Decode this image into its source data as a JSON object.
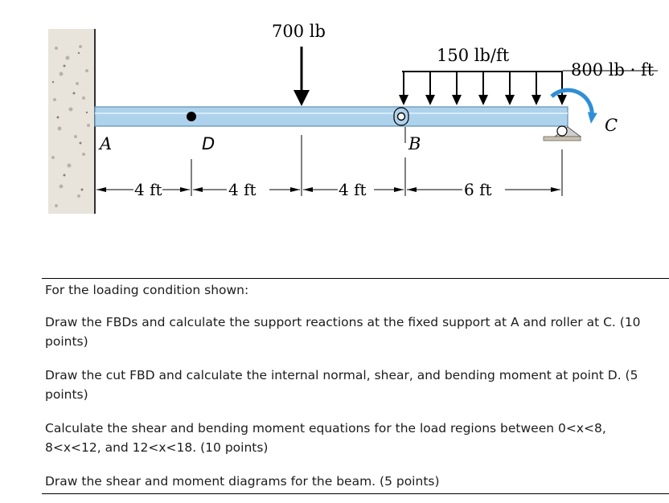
{
  "figure": {
    "loads": {
      "point": "700 lb",
      "distributed": "150 lb/ft",
      "moment": "800 lb · ft"
    },
    "points": {
      "a": "A",
      "b": "B",
      "c": "C",
      "d": "D"
    },
    "dimensions": [
      "4 ft",
      "4 ft",
      "4 ft",
      "6 ft"
    ],
    "colors": {
      "beam": "#aed2ec",
      "moment_arrow": "#2f8ed6",
      "wall": "#e8e4dc"
    }
  },
  "question": {
    "intro": "For the loading condition shown:",
    "item1_line1": "Draw the FBDs and calculate the support reactions at the fixed support at A and roller at C.  (10",
    "item1_line2": "points)",
    "item2_line1": "Draw the cut FBD and calculate the internal normal, shear, and bending moment at point D.  (5",
    "item2_line2": "points)",
    "item3_line1": "Calculate the shear and bending moment equations for the load regions between 0<x<8,",
    "item3_line2": "8<x<12, and 12<x<18.  (10 points)",
    "item4": "Draw the shear and moment diagrams for the beam. (5 points)"
  }
}
